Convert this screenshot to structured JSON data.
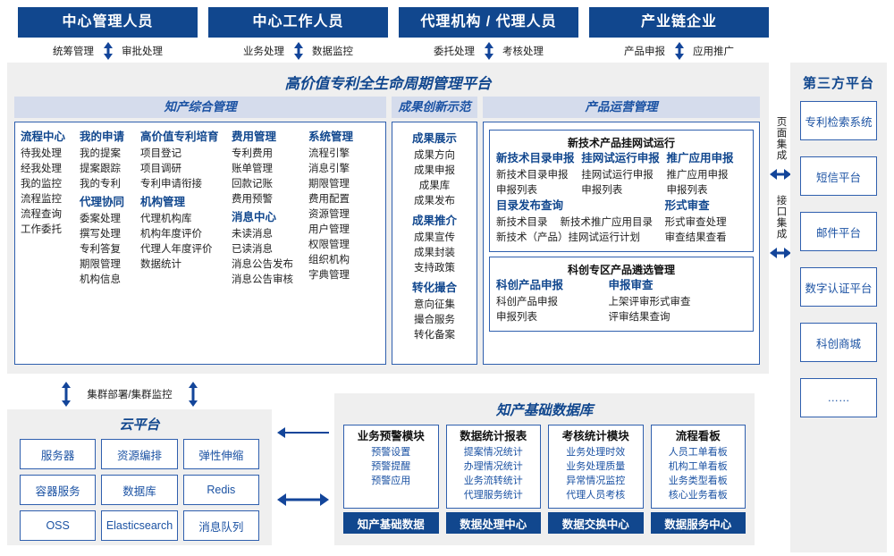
{
  "roles": [
    {
      "title": "中心管理人员",
      "actions": [
        "统筹管理",
        "审批处理"
      ]
    },
    {
      "title": "中心工作人员",
      "actions": [
        "业务处理",
        "数据监控"
      ]
    },
    {
      "title": "代理机构 / 代理人员",
      "actions": [
        "委托处理",
        "考核处理"
      ]
    },
    {
      "title": "产业链企业",
      "actions": [
        "产品申报",
        "应用推广"
      ]
    }
  ],
  "platform": {
    "title": "高价值专利全生命周期管理平台",
    "sections": {
      "zhichan": {
        "head": "知产综合管理",
        "columns": [
          {
            "groups": [
              {
                "title": "流程中心",
                "items": [
                  "待我处理",
                  "经我处理",
                  "我的监控",
                  "流程监控",
                  "流程查询",
                  "工作委托"
                ]
              }
            ]
          },
          {
            "groups": [
              {
                "title": "我的申请",
                "items": [
                  "我的提案",
                  "提案跟踪",
                  "我的专利"
                ]
              },
              {
                "title": "代理协同",
                "items": [
                  "委案处理",
                  "撰写处理",
                  "专利答复",
                  "期限管理",
                  "机构信息"
                ]
              }
            ]
          },
          {
            "groups": [
              {
                "title": "高价值专利培育",
                "items": [
                  "项目登记",
                  "项目调研",
                  "专利申请衔接"
                ]
              },
              {
                "title": "机构管理",
                "items": [
                  "代理机构库",
                  "机构年度评价",
                  "代理人年度评价",
                  "数据统计"
                ]
              }
            ]
          },
          {
            "groups": [
              {
                "title": "费用管理",
                "items": [
                  "专利费用",
                  "账单管理",
                  "回款记账",
                  "费用预警"
                ]
              },
              {
                "title": "消息中心",
                "items": [
                  "未读消息",
                  "已读消息",
                  "消息公告发布",
                  "消息公告审核"
                ]
              }
            ]
          },
          {
            "groups": [
              {
                "title": "系统管理",
                "items": [
                  "流程引擎",
                  "消息引擎",
                  "期限管理",
                  "费用配置",
                  "资源管理",
                  "用户管理",
                  "权限管理",
                  "组织机构",
                  "字典管理"
                ]
              }
            ]
          }
        ]
      },
      "chengguo": {
        "head": "成果创新示范",
        "groups": [
          {
            "title": "成果展示",
            "items": [
              "成果方向",
              "成果申报",
              "成果库",
              "成果发布"
            ]
          },
          {
            "title": "成果推介",
            "items": [
              "成果宣传",
              "成果封装",
              "支持政策"
            ]
          },
          {
            "title": "转化撮合",
            "items": [
              "意向征集",
              "撮合服务",
              "转化备案"
            ]
          }
        ]
      },
      "chanpin": {
        "head": "产品运营管理",
        "boxes": [
          {
            "title": "新技术产品挂网试运行",
            "row1": [
              {
                "title": "新技术目录申报",
                "items": [
                  "新技术目录申报",
                  "申报列表"
                ]
              },
              {
                "title": "挂网试运行申报",
                "items": [
                  "挂网试运行申报",
                  "申报列表"
                ]
              },
              {
                "title": "推广应用申报",
                "items": [
                  "推广应用申报",
                  "申报列表"
                ]
              }
            ],
            "row2": [
              {
                "title": "目录发布查询",
                "inline": [
                  "新技术目录",
                  "新技术推广应用目录"
                ],
                "items": [
                  "新技术（产品）挂网试运行计划"
                ]
              },
              {
                "title": "形式审查",
                "items": [
                  "形式审查处理",
                  "审查结果查看"
                ]
              }
            ]
          },
          {
            "title": "科创专区产品遴选管理",
            "row1": [
              {
                "title": "科创产品申报",
                "items": [
                  "科创产品申报",
                  "申报列表"
                ]
              },
              {
                "title": "申报审查",
                "items": [
                  "上架评审形式审查",
                  "评审结果查询"
                ]
              }
            ]
          }
        ]
      }
    }
  },
  "integration": {
    "page_label": "页面集成",
    "api_label": "接口集成"
  },
  "third_party": {
    "title": "第三方平台",
    "items": [
      "专利检索系统",
      "短信平台",
      "邮件平台",
      "数字认证平台",
      "科创商城",
      "……"
    ]
  },
  "cluster": {
    "label": "集群部署/集群监控"
  },
  "cloud": {
    "title": "云平台",
    "cells": [
      "服务器",
      "资源编排",
      "弹性伸缩",
      "容器服务",
      "数据库",
      "Redis",
      "OSS",
      "Elasticsearch",
      "消息队列"
    ]
  },
  "database": {
    "title": "知产基础数据库",
    "columns": [
      {
        "title": "业务预警模块",
        "items": [
          "预警设置",
          "预警提醒",
          "预警应用"
        ],
        "foot": "知产基础数据"
      },
      {
        "title": "数据统计报表",
        "items": [
          "提案情况统计",
          "办理情况统计",
          "业务流转统计",
          "代理服务统计"
        ],
        "foot": "数据处理中心"
      },
      {
        "title": "考核统计模块",
        "items": [
          "业务处理时效",
          "业务处理质量",
          "异常情况监控",
          "代理人员考核"
        ],
        "foot": "数据交换中心"
      },
      {
        "title": "流程看板",
        "items": [
          "人员工单看板",
          "机构工单看板",
          "业务类型看板",
          "核心业务看板"
        ],
        "foot": "数据服务中心"
      }
    ]
  },
  "colors": {
    "brand_dark": "#11478E",
    "brand": "#1B52A3",
    "border": "#2F5FAE",
    "panel_bg": "#EFEFEF",
    "section_head_bg": "#D5DCEC",
    "arrow": "#13459A"
  }
}
